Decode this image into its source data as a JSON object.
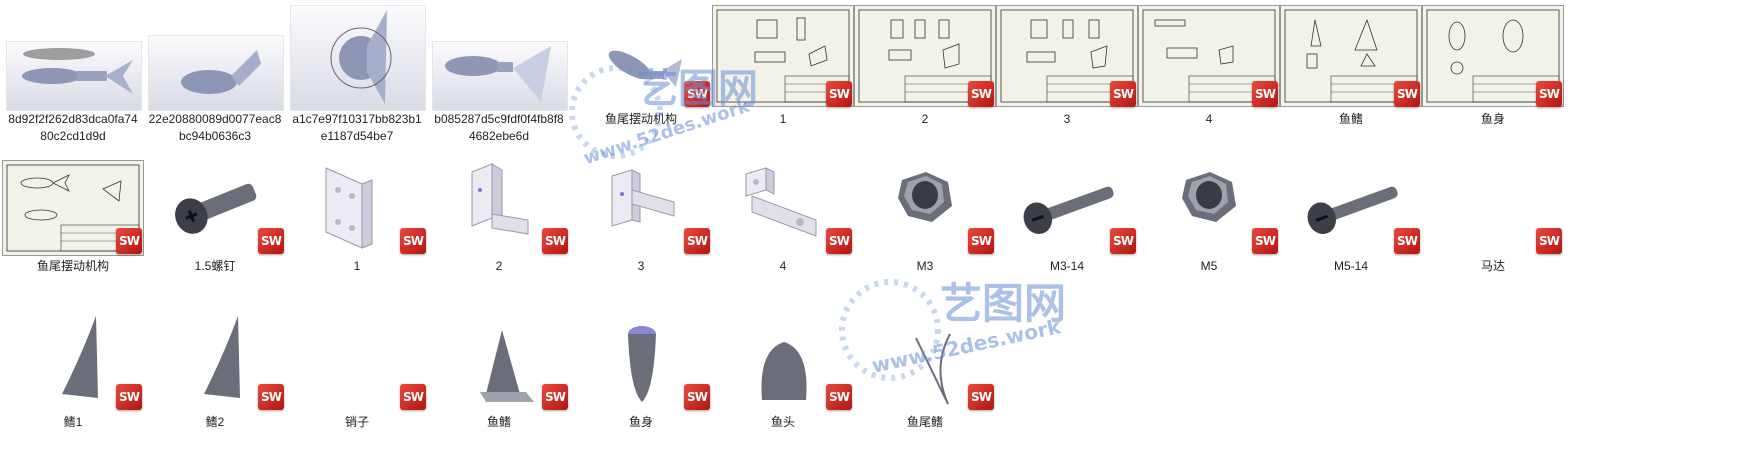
{
  "files": [
    {
      "name": "8d92f2f262d83dca0fa7480c2cd1d9d",
      "kind": "image"
    },
    {
      "name": "22e20880089d0077eac8bc94b0636c3",
      "kind": "image"
    },
    {
      "name": "a1c7e97f10317bb823b1e1187d54be7",
      "kind": "image"
    },
    {
      "name": "b085287d5c9fdf0f4fb8f84682ebe6d",
      "kind": "image"
    },
    {
      "name": "鱼尾摆动机构",
      "kind": "sldasm"
    },
    {
      "name": "1",
      "kind": "drawing"
    },
    {
      "name": "2",
      "kind": "drawing"
    },
    {
      "name": "3",
      "kind": "drawing"
    },
    {
      "name": "4",
      "kind": "drawing"
    },
    {
      "name": "鱼鳍",
      "kind": "drawing"
    },
    {
      "name": "鱼身",
      "kind": "drawing"
    },
    {
      "name": "鱼尾摆动机构",
      "kind": "drawing"
    },
    {
      "name": "1.5螺钉",
      "kind": "part"
    },
    {
      "name": "1",
      "kind": "part"
    },
    {
      "name": "2",
      "kind": "part"
    },
    {
      "name": "3",
      "kind": "part"
    },
    {
      "name": "4",
      "kind": "part"
    },
    {
      "name": "M3",
      "kind": "part"
    },
    {
      "name": "M3-14",
      "kind": "part"
    },
    {
      "name": "M5",
      "kind": "part"
    },
    {
      "name": "M5-14",
      "kind": "part"
    },
    {
      "name": "马达",
      "kind": "part"
    },
    {
      "name": "鳍1",
      "kind": "part"
    },
    {
      "name": "鳍2",
      "kind": "part"
    },
    {
      "name": "销子",
      "kind": "part"
    },
    {
      "name": "鱼鳍",
      "kind": "part"
    },
    {
      "name": "鱼身",
      "kind": "part"
    },
    {
      "name": "鱼头",
      "kind": "part"
    },
    {
      "name": "鱼尾鳍",
      "kind": "part"
    }
  ],
  "badge": "SW",
  "watermark": {
    "brand": "艺图网",
    "site": "www.52des.work"
  },
  "colors": {
    "badge": "#d6261c",
    "drawing_bg": "#f2f2e8",
    "part_grey": "#6b6e7a",
    "watermark": "#6a8fd4"
  }
}
